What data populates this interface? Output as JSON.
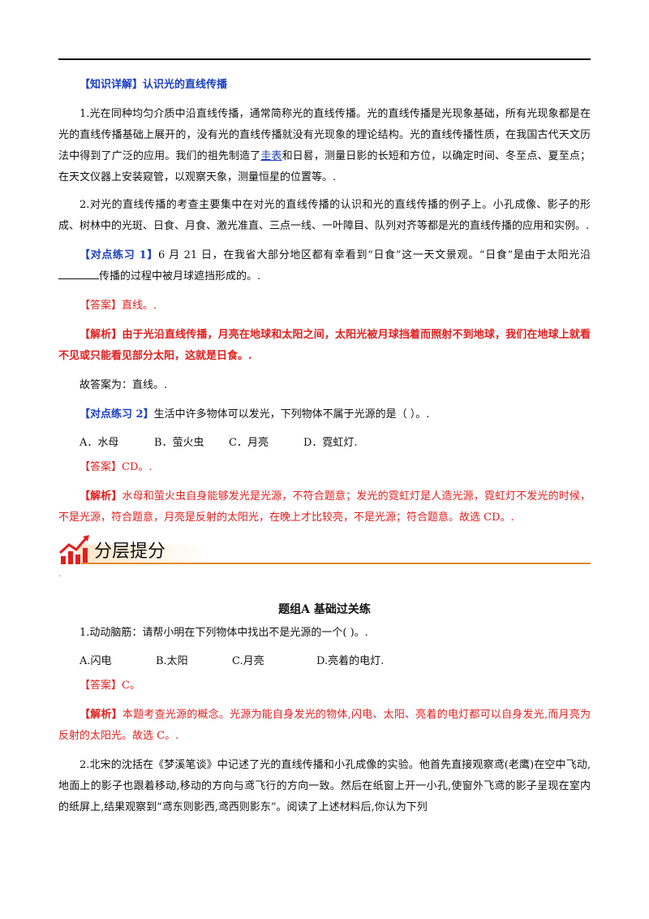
{
  "knowledge": {
    "tag": "【知识详解】",
    "title": "认识光的直线传播",
    "p1_a": "1.光在同种均匀介质中沿直线传播，通常简称光的直线传播。光的直线传播是光现象基础，所有光现象都是在光的直线传播基础上展开的，没有光的直线传播就没有光现象的理论结构。光的直线传播性质，在我国古代天文历法中得到了广泛的应用。我们的祖先制造了",
    "p1_link": "圭表",
    "p1_b": "和日晷，测量日影的长短和方位，以确定时间、冬至点、夏至点；在天文仪器上安装窥管，以观察天象，测量恒星的位置等。.",
    "p2": "2.对光的直线传播的考查主要集中在对光的直线传播的认识和光的直线传播的例子上。小孔成像、影子的形成、树林中的光斑、日食、月食、激光准直、三点一线、一叶障目、队列对齐等都是光的直线传播的应用和实例。."
  },
  "ex1": {
    "tag": "【对点练习 1】",
    "q_a": "6 月 21 日，在我省大部分地区都有幸看到“日食”这一天文景观。“日食”是由于太阳光沿",
    "q_b": "传播的过程中被月球遮挡形成的。.",
    "answer_tag": "【答案】",
    "answer": "直线。.",
    "analysis_tag": "【解析】",
    "analysis": "由于光沿直线传播，月亮在地球和太阳之间，太阳光被月球挡着而照射不到地球，我们在地球上就看不见或只能看见部分太阳，这就是日食。.",
    "conclusion": "故答案为：直线。."
  },
  "ex2": {
    "tag": "【对点练习 2】",
    "q": "生活中许多物体可以发光，下列物体不属于光源的是（    ）。.",
    "options": [
      "A．水母",
      "B．萤火虫",
      "C．月亮",
      "D．霓虹灯."
    ],
    "answer_tag": "【答案】",
    "answer": "CD。.",
    "analysis_tag": "【解析】",
    "analysis": "水母和萤火虫自身能够发光是光源，不符合题意；发光的霓虹灯是人造光源，霓虹灯不发光的时候，不是光源，符合题意，月亮是反射的太阳光，在晚上才比较亮，不是光源；符合题意。故选 CD。."
  },
  "section": {
    "title": "分层提分",
    "dot": "."
  },
  "group": {
    "title": "题组A    基础过关练",
    "q1": {
      "q": "1.动动脑筋：请帮小明在下列物体中找出不是光源的一个(      )。.",
      "options": [
        "A.闪电",
        "B.太阳",
        "C.月亮",
        "D.亮着的电灯."
      ],
      "answer_tag": "【答案】",
      "answer": "C。",
      "analysis_tag": "【解析】",
      "analysis": "本题考查光源的概念。光源为能自身发光的物体,闪电、太阳、亮着的电灯都可以自身发光,而月亮为反射的太阳光。故选 C。."
    },
    "q2": "2.北宋的沈括在《梦溪笔谈》中记述了光的直线传播和小孔成像的实验。他首先直接观察鸢(老鹰)在空中飞动,地面上的影子也跟着移动,移动的方向与鸢飞行的方向一致。然后在纸窗上开一小孔,使窗外飞鸢的影子呈现在室内的纸屏上,结果观察到“鸢东则影西,鸢西则影东”。阅读了上述材料后,你认为下列"
  },
  "colors": {
    "blue": "#1a3fbf",
    "red": "#e0201f",
    "orange": "#e08a2a"
  }
}
